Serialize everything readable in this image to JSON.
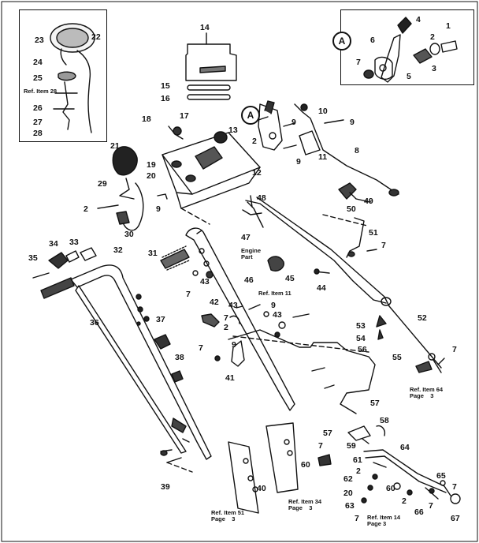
{
  "labels": {
    "l1": "1",
    "l2a": "2",
    "l3": "3",
    "l4": "4",
    "l5": "5",
    "l6": "6",
    "l7a": "7",
    "l8": "8",
    "l9a": "9",
    "l9b": "9",
    "l9c": "9",
    "l10": "10",
    "l11": "11",
    "l12": "12",
    "l13": "13",
    "l14": "14",
    "l15": "15",
    "l16": "16",
    "l17": "17",
    "l18": "18",
    "l19": "19",
    "l20a": "20",
    "l21": "21",
    "l22": "22",
    "l23": "23",
    "l24": "24",
    "l25": "25",
    "l26": "26",
    "l27": "27",
    "l28": "28",
    "l29": "29",
    "l30": "30",
    "l2b": "2",
    "l9d": "9",
    "l31": "31",
    "l32": "32",
    "l33": "33",
    "l34": "34",
    "l35": "35",
    "l36": "36",
    "l37": "37",
    "l38": "38",
    "l39": "39",
    "l40": "40",
    "l41": "41",
    "l42": "42",
    "l43a": "43",
    "l43b": "43",
    "l43c": "43",
    "l44": "44",
    "l45": "45",
    "l46": "46",
    "l47": "47",
    "l48": "48",
    "l49": "49",
    "l50": "50",
    "l51": "51",
    "l52": "52",
    "l53": "53",
    "l54": "54",
    "l55": "55",
    "l56": "56",
    "l57a": "57",
    "l57b": "57",
    "l58": "58",
    "l59": "59",
    "l60a": "60",
    "l60b": "60",
    "l61": "61",
    "l62": "62",
    "l63": "63",
    "l64": "64",
    "l65": "65",
    "l66": "66",
    "l67": "67",
    "l7b": "7",
    "l7c": "7",
    "l7d": "7",
    "l7e": "7",
    "l7f": "7",
    "l7g": "7",
    "l7h": "7",
    "l7i": "7",
    "l7j": "7",
    "l9e": "9",
    "l2c": "2",
    "l20b": "20",
    "l2d": "2",
    "l9f": "9",
    "l2e": "2"
  },
  "callouts": {
    "a_box": "A",
    "a_main": "A"
  },
  "notes": {
    "ref28": "Ref. Item 28",
    "engine_part": "Engine\nPart",
    "ref11": "Ref. Item 11",
    "ref64": "Ref. Item 64\nPage    3",
    "ref51": "Ref. Item 51\nPage    3",
    "ref34": "Ref. Item 34\nPage    3",
    "ref14": "Ref. Item 14\nPage 3"
  }
}
